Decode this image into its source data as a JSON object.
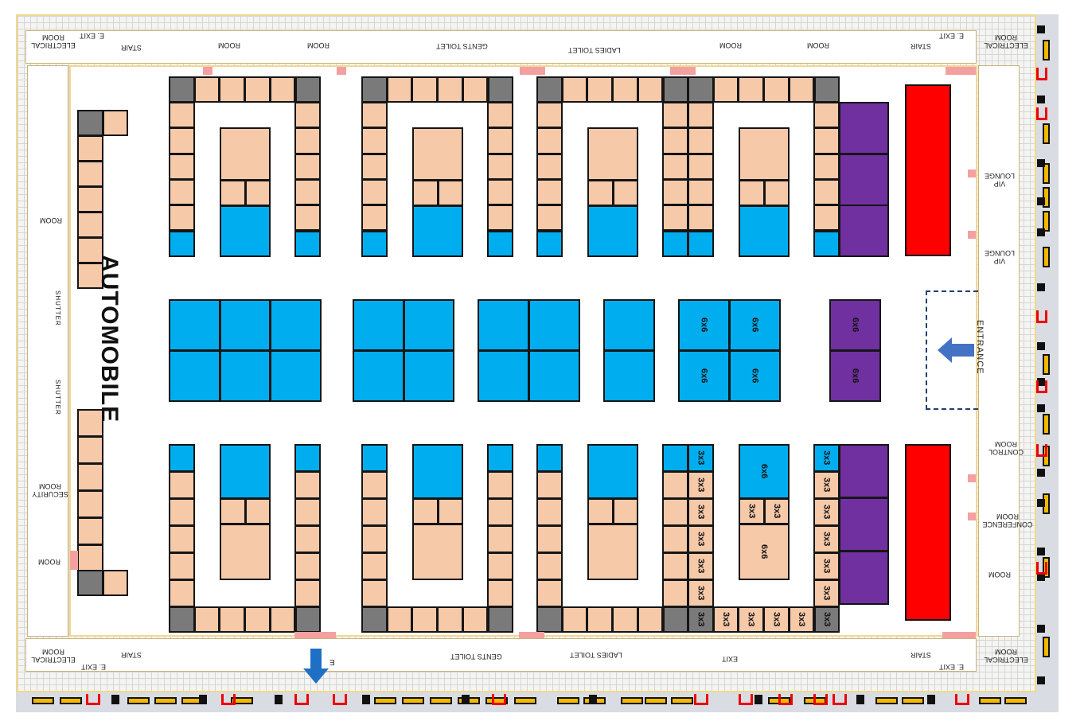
{
  "title": "Exhibition hall floor plan",
  "hall_label": "AUTOMOBILE",
  "entrance_label": "ENTRANCE",
  "exit_arrow_label": "E",
  "booth_labels": {
    "small": "3x3",
    "large": "6x6"
  },
  "rooms": {
    "top": [
      "ELECTRICAL ROOM",
      "E. EXIT",
      "STAIR",
      "ROOM",
      "ROOM",
      "GENTS TOILET",
      "LADIES TOILET",
      "ROOM",
      "ROOM",
      "STAIR",
      "E. EXIT",
      "ELECTRICAL ROOM"
    ],
    "bottom": [
      "ELECTRICAL ROOM",
      "E. EXIT",
      "STAIR",
      "GENTS TOILET",
      "LADIES TOILET",
      "EXIT",
      "STAIR",
      "E. EXIT",
      "ELECTRICAL ROOM"
    ],
    "left": [
      "ROOM",
      "SHUTTER",
      "SHUTTER",
      "SECURITY ROOM",
      "ROOM"
    ],
    "right": [
      "VIP LOUNGE",
      "VIP LOUNGE",
      "CONTROL ROOM",
      "CONFERENCE ROOM",
      "ROOM"
    ]
  },
  "colors": {
    "booth_standard": "#f6c9a9",
    "booth_premium": "#00aeef",
    "booth_corner": "#7a7a7a",
    "booth_special": "#7030a0",
    "stage": "#ff0000",
    "arrow": "#1f6fc5"
  }
}
